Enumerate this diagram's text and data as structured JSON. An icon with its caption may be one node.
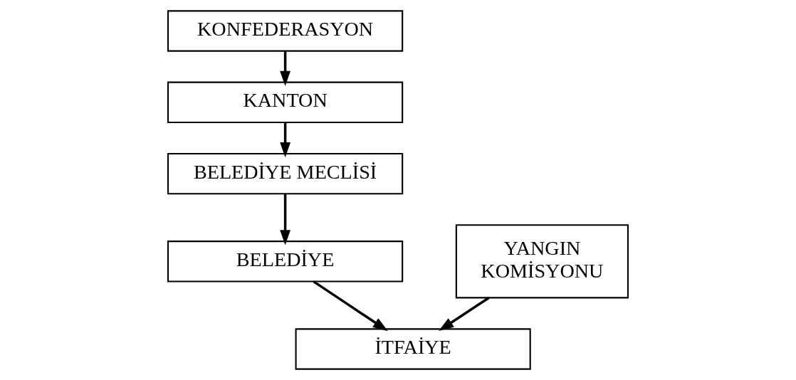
{
  "diagram": {
    "nodes": [
      {
        "text": [
          "KONFEDERASYON"
        ]
      },
      {
        "text": [
          "KANTON"
        ]
      },
      {
        "text": [
          "BELEDİYE MECLİSİ"
        ]
      },
      {
        "text": [
          "BELEDİYE"
        ]
      },
      {
        "text": [
          "İTFAİYE"
        ]
      },
      {
        "text": [
          "YANGIN KOMİSYONU"
        ]
      }
    ],
    "edges": [
      {
        "from": 0,
        "to": 1,
        "arrow": "to"
      },
      {
        "from": 1,
        "to": 2,
        "arrow": "to"
      },
      {
        "from": 2,
        "to": 3,
        "arrow": "to"
      },
      {
        "from": 3,
        "to": 4,
        "arrow": "to"
      },
      {
        "from": 5,
        "to": 4,
        "arrow": "to"
      }
    ]
  }
}
